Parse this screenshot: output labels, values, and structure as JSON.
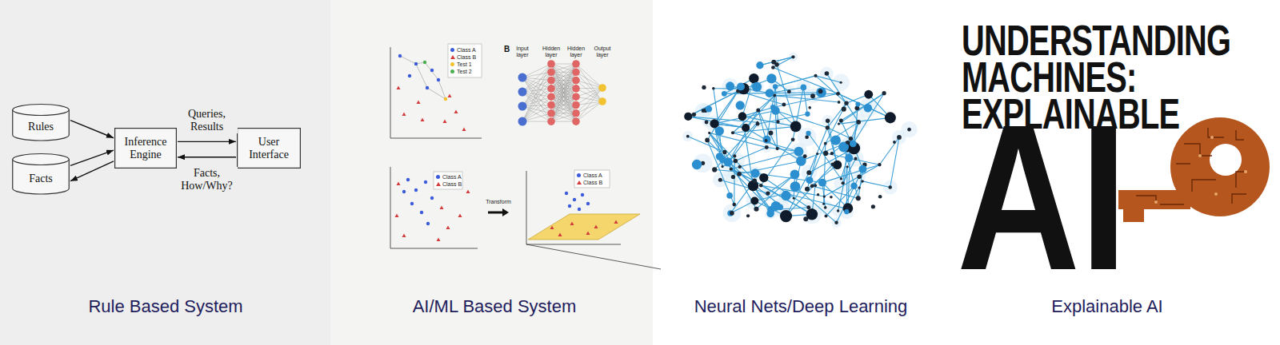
{
  "diagram": {
    "nodes": [
      {
        "text": [
          "Rules"
        ]
      },
      {
        "text": [
          "Facts"
        ]
      },
      {
        "text": [
          "Inference Engine"
        ]
      },
      {
        "text": [
          "User Interface"
        ]
      }
    ],
    "edges": [
      {
        "from": 0,
        "to": 2,
        "arrow": "to"
      },
      {
        "from": 1,
        "to": 2,
        "arrow": "to"
      },
      {
        "from": 2,
        "to": 1,
        "arrow": "to"
      },
      {
        "from": 2,
        "to": 3,
        "label": "Queries, Results",
        "arrow": "to"
      },
      {
        "from": 3,
        "to": 2,
        "label": "Facts, How/Why?",
        "arrow": "to"
      }
    ],
    "labels": [
      "B",
      "Input layer",
      "Hidden layer",
      "Hidden layer",
      "Output layer",
      "Transform",
      "UNDERSTANDING MACHINES: EXPLAINABLE",
      "AI",
      "Rule Based System",
      "AI/ML Based System",
      "Neural Nets/Deep Learning",
      "Explainable AI"
    ],
    "legend": [
      {
        "text": "Class A",
        "color": "#3b5bdb"
      },
      {
        "text": "Class B"
      },
      {
        "text": "Test 1",
        "color": "#f2c12e"
      },
      {
        "text": "Test 2",
        "color": "#4caf50"
      },
      {
        "text": "Class A",
        "color": "#3b5bdb"
      },
      {
        "text": "Class B"
      },
      {
        "text": "Class A",
        "color": "#3b5bdb"
      },
      {
        "text": "Class B"
      }
    ]
  }
}
